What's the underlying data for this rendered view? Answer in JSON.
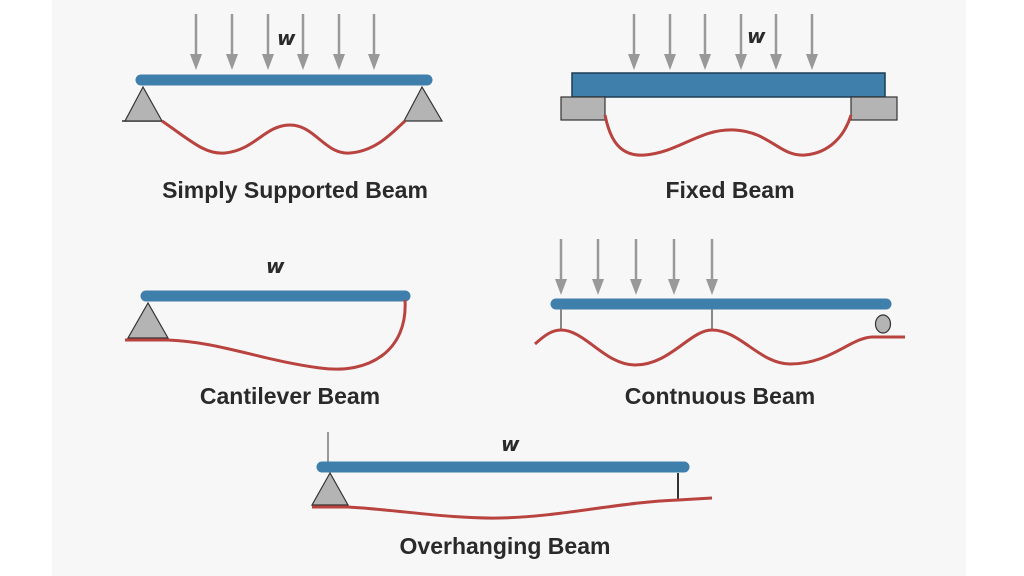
{
  "load_symbol": "w",
  "colors": {
    "beam": "#3f7fab",
    "deflection": "#b8433f",
    "support": "#b4b4b4",
    "load_arrow": "#999999"
  },
  "beams": [
    {
      "label": "Simply Supported Beam"
    },
    {
      "label": "Fixed Beam"
    },
    {
      "label": "Cantilever Beam"
    },
    {
      "label": "Contnuous Beam"
    },
    {
      "label": "Overhanging Beam"
    }
  ]
}
